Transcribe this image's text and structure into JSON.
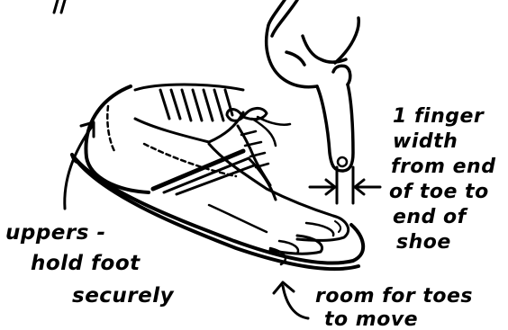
{
  "labels": {
    "finger_note": [
      "1 finger",
      "width",
      "from end",
      "of toe to",
      "end of",
      "shoe"
    ],
    "uppers_note": [
      "uppers -",
      "hold foot",
      "securely"
    ],
    "toes_note": [
      "room for toes",
      "to move"
    ]
  },
  "colors": {
    "ink": "#000000",
    "paper": "#ffffff"
  }
}
